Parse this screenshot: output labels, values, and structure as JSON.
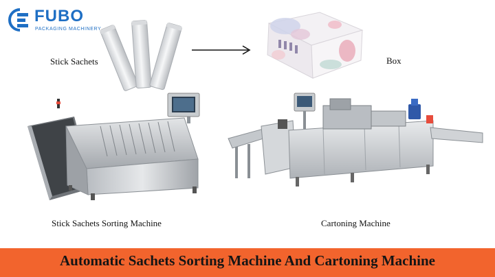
{
  "brand": {
    "name": "FUBO",
    "tagline": "PACKAGING MACHINERY",
    "color": "#1f6fc4"
  },
  "labels": {
    "stick_sachets": "Stick Sachets",
    "box": "Box",
    "sorting_machine": "Stick Sachets Sorting Machine",
    "cartoning_machine": "Cartoning Machine"
  },
  "banner": {
    "text": "Automatic Sachets Sorting Machine And Cartoning Machine",
    "color": "#f2642d"
  },
  "icons": {
    "logo": "fubo-logo-icon",
    "arrow": "right-arrow-icon"
  }
}
